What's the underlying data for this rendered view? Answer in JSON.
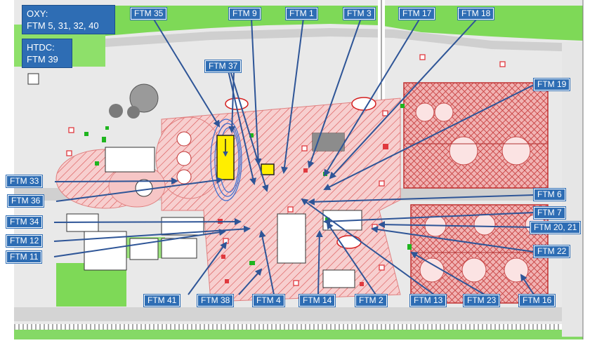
{
  "legend_oxy": {
    "title": "OXY:",
    "value": "FTM 5, 31, 32, 40"
  },
  "legend_htdc": {
    "title": "HTDC:",
    "value": "FTM 39"
  },
  "labels": {
    "ftm35": "FTM 35",
    "ftm9": "FTM 9",
    "ftm1": "FTM 1",
    "ftm3": "FTM 3",
    "ftm17": "FTM 17",
    "ftm18": "FTM 18",
    "ftm37": "FTM 37",
    "ftm19": "FTM 19",
    "ftm33": "FTM 33",
    "ftm36": "FTM 36",
    "ftm34": "FTM 34",
    "ftm12": "FTM 12",
    "ftm11": "FTM 11",
    "ftm6": "FTM 6",
    "ftm7": "FTM 7",
    "ftm20_21": "FTM 20, 21",
    "ftm22": "FTM 22",
    "ftm41": "FTM 41",
    "ftm38": "FTM 38",
    "ftm4": "FTM 4",
    "ftm14": "FTM 14",
    "ftm2": "FTM 2",
    "ftm13": "FTM 13",
    "ftm23": "FTM 23",
    "ftm16": "FTM 16"
  },
  "colors": {
    "label_bg": "#2e6db4",
    "arrow": "#2e5597",
    "hazard_red": "#e0393e",
    "zone_pink": "#f6c6c6",
    "green_area": "#7ed957",
    "road_gray": "#c8c8c8",
    "highlight_yellow": "#ffee00"
  }
}
